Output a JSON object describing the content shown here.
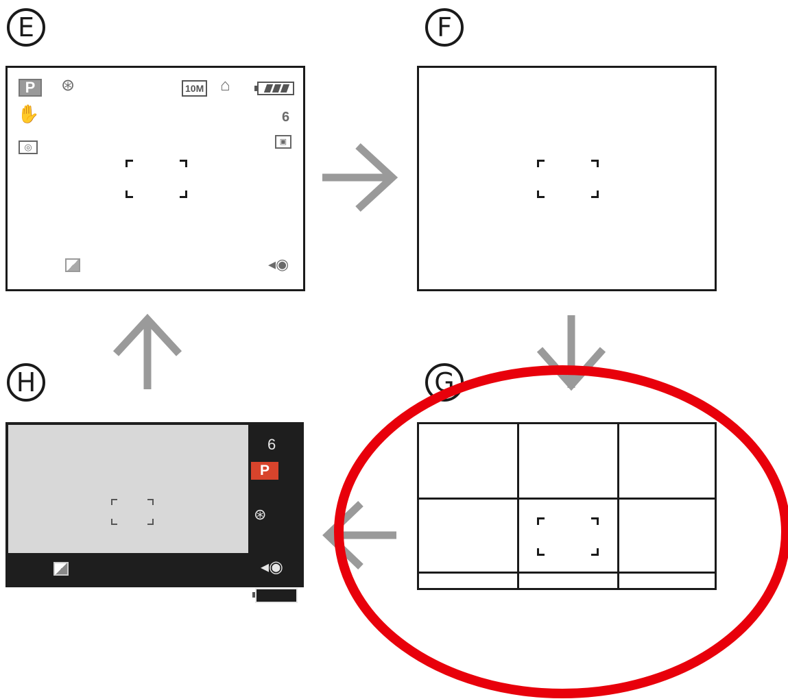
{
  "panels": {
    "e": {
      "letter": "E",
      "mode": "P",
      "resolution": "10M",
      "shots_remaining": "6",
      "icons": [
        "flash-off-icon",
        "stabilizer-icon",
        "metering-icon",
        "quality-icon",
        "memory-icon",
        "battery-icon",
        "exposure-compensation-icon",
        "zoom-ring-icon"
      ]
    },
    "f": {
      "letter": "F"
    },
    "g": {
      "letter": "G",
      "grid": "3x3"
    },
    "h": {
      "letter": "H",
      "mode": "P",
      "shots_remaining": "6",
      "icons": [
        "flash-off-icon",
        "battery-icon",
        "exposure-compensation-icon",
        "zoom-ring-icon"
      ]
    }
  },
  "arrows": [
    "E-to-F",
    "F-to-G",
    "G-to-H",
    "H-to-E"
  ],
  "highlight": {
    "target": "panel-g",
    "color": "#e8000b"
  },
  "colors": {
    "line": "#1a1a1a",
    "arrow": "#9a9a9a",
    "mode_badge_e": "#9a9a9a",
    "mode_badge_h": "#d8442c",
    "h_background": "#1e1e1e",
    "h_view": "#d8d8d8"
  }
}
